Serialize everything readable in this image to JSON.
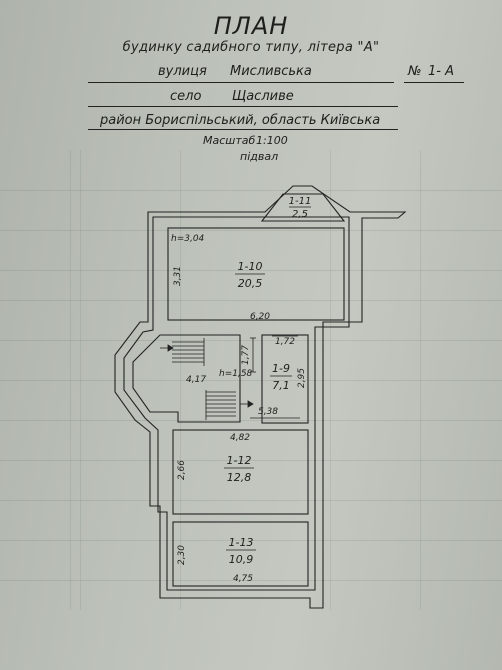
{
  "header": {
    "title": "ПЛАН",
    "subtitle": "будинку садибного типу, літера \"А\"",
    "street_label": "вулиця",
    "street_value": "Мисливська",
    "number_label": "№",
    "number_value": "1- А",
    "village_label": "село",
    "village_value": "Щасливе",
    "district": "район Бориспільський, область Київська",
    "scale_label": "Масштаб",
    "scale_value": "1:100",
    "floor_name": "підвал"
  },
  "rooms": [
    {
      "id": "1-11",
      "area": "2,5"
    },
    {
      "id": "1-10",
      "area": "20,5"
    },
    {
      "id": "1-9",
      "area": "7,1"
    },
    {
      "id": "1-12",
      "area": "12,8"
    },
    {
      "id": "1-13",
      "area": "10,9"
    }
  ],
  "dimensions": {
    "height_main": "h=3,04",
    "r10_height": "3,31",
    "r10_width": "6,20",
    "stair_dim": "1,77",
    "r9_top": "1,72",
    "r9_side": "2,95",
    "left_dim": "4,17",
    "height_stair": "h=1,58",
    "r9_bottom": "5,38",
    "r12_top": "4,82",
    "r12_side": "2,66",
    "r13_side": "2,30",
    "r13_bottom": "4,75"
  }
}
